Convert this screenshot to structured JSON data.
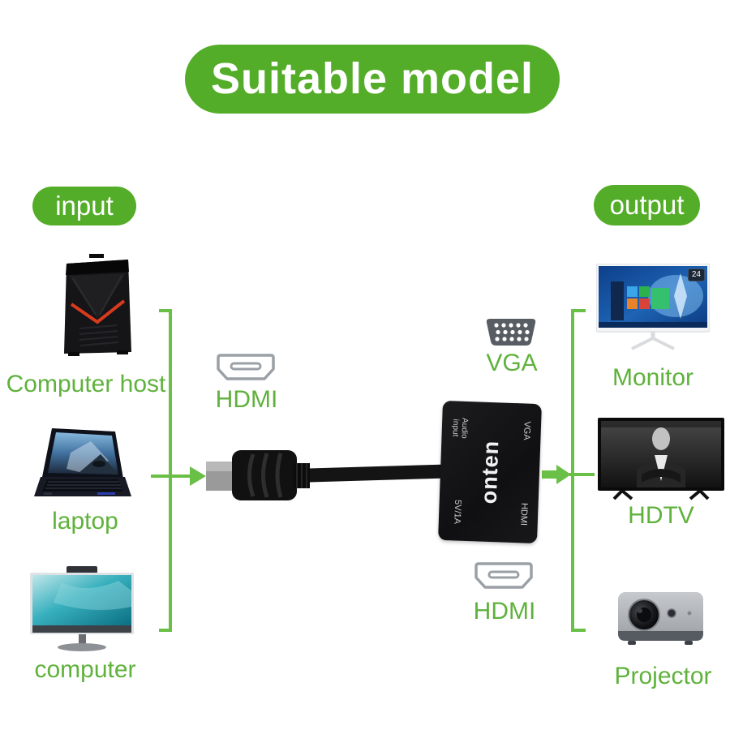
{
  "title": "Suitable model",
  "colors": {
    "pill_green": "#54ad28",
    "text_green": "#5fb23c",
    "line_green": "#6abf47",
    "adapter_black": "#141416",
    "tower_accent_red": "#d93a1e"
  },
  "input": {
    "label": "input",
    "devices": [
      {
        "name": "computer-host",
        "label": "Computer host"
      },
      {
        "name": "laptop",
        "label": "laptop"
      },
      {
        "name": "computer",
        "label": "computer"
      }
    ]
  },
  "output": {
    "label": "output",
    "devices": [
      {
        "name": "monitor",
        "label": "Monitor",
        "badge": "24"
      },
      {
        "name": "hdtv",
        "label": "HDTV"
      },
      {
        "name": "projector",
        "label": "Projector"
      }
    ]
  },
  "connectors": {
    "hdmi_input_label": "HDMI",
    "vga_output_label": "VGA",
    "hdmi_output_label": "HDMI"
  },
  "adapter": {
    "brand": "onten",
    "port_labels": {
      "audio": "Audio input",
      "vga": "VGA",
      "power": "5V/1A",
      "hdmi": "HDMI"
    }
  }
}
